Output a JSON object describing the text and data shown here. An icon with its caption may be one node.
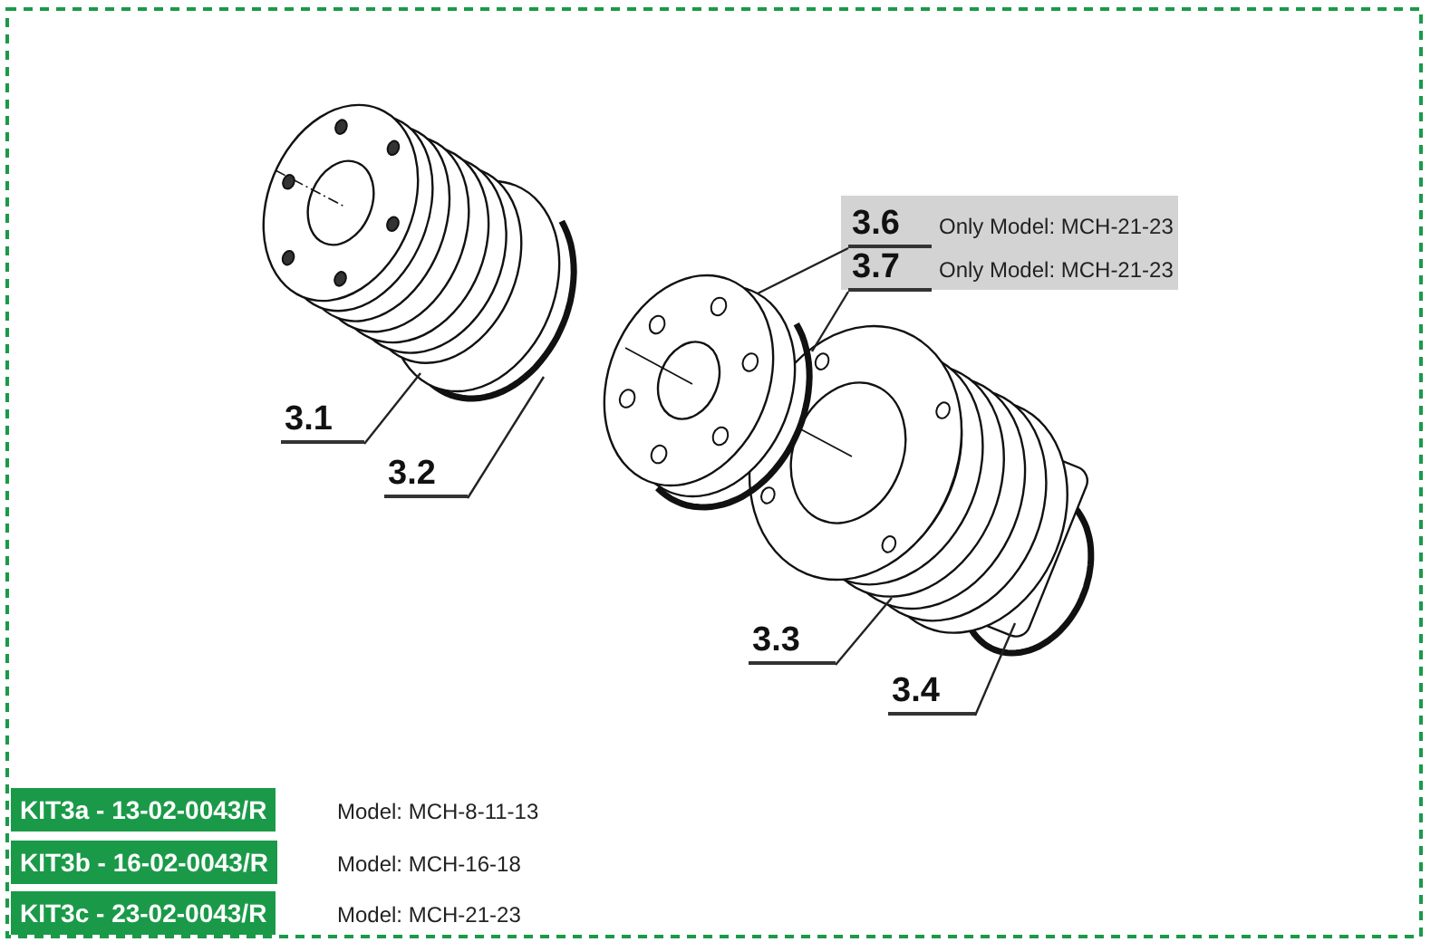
{
  "diagram": {
    "nodes": [
      {
        "text": [
          "3.6"
        ],
        "beside": [
          "Only Model: MCH-21-23"
        ]
      },
      {
        "text": [
          "3.7"
        ],
        "beside": [
          "Only Model: MCH-21-23"
        ]
      },
      {
        "text": [
          "3.1"
        ]
      },
      {
        "text": [
          "3.2"
        ]
      },
      {
        "text": [
          "3.3"
        ]
      },
      {
        "text": [
          "3.4"
        ]
      },
      {
        "text": [],
        "shape": "picture"
      },
      {
        "text": [],
        "shape": "picture"
      },
      {
        "text": [],
        "shape": "picture"
      },
      {
        "text": [],
        "shape": "picture"
      },
      {
        "text": [],
        "shape": "picture"
      },
      {
        "text": [],
        "shape": "picture"
      }
    ],
    "edges": [
      {
        "from": 0,
        "to": 8,
        "arrow": "none"
      },
      {
        "from": 1,
        "to": 9,
        "arrow": "none"
      },
      {
        "from": 2,
        "to": 6,
        "arrow": "none"
      },
      {
        "from": 3,
        "to": 7,
        "arrow": "none"
      },
      {
        "from": 4,
        "to": 10,
        "arrow": "none"
      },
      {
        "from": 5,
        "to": 11,
        "arrow": "none"
      }
    ],
    "labels": [
      "KIT3a - 13-02-0043/R",
      "Model: MCH-8-11-13",
      "KIT3b - 16-02-0043/R",
      "Model: MCH-16-18",
      "KIT3c - 23-02-0043/R",
      "Model: MCH-21-23"
    ]
  }
}
